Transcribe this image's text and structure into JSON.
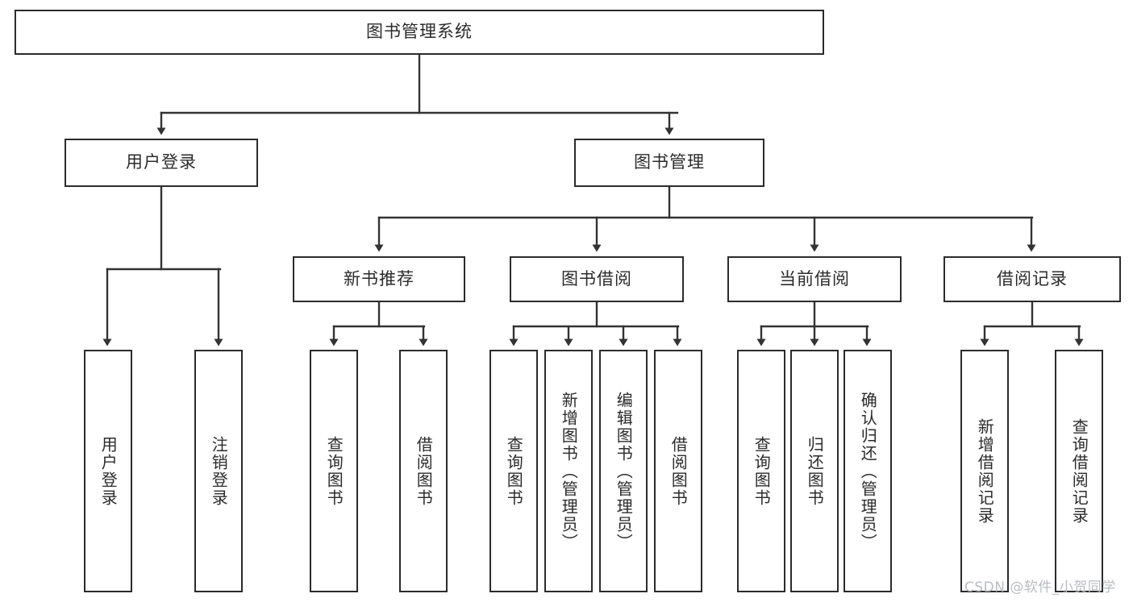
{
  "diagram": {
    "title": "图书管理系统",
    "type": "tree",
    "orientation": "top-down",
    "colors": {
      "box_border": "#2b2b2b",
      "box_fill": "#ffffff",
      "connector": "#333333",
      "text": "#2b2b2b",
      "watermark": "#b9bcc0",
      "background": "#ffffff"
    },
    "watermark": "CSDN @软件_小贺同学",
    "nodes": {
      "root": {
        "label": "图书管理系统",
        "level": 1,
        "text_orientation": "horizontal"
      },
      "level2": [
        {
          "id": "user-login",
          "label": "用户登录",
          "text_orientation": "horizontal"
        },
        {
          "id": "book-manage",
          "label": "图书管理",
          "text_orientation": "horizontal"
        }
      ],
      "level3": [
        {
          "id": "new-book-rec",
          "label": "新书推荐",
          "parent": "book-manage",
          "text_orientation": "horizontal"
        },
        {
          "id": "book-borrow",
          "label": "图书借阅",
          "parent": "book-manage",
          "text_orientation": "horizontal"
        },
        {
          "id": "current-borrow",
          "label": "当前借阅",
          "parent": "book-manage",
          "text_orientation": "horizontal"
        },
        {
          "id": "borrow-record",
          "label": "借阅记录",
          "parent": "book-manage",
          "text_orientation": "horizontal"
        }
      ],
      "leaves": [
        {
          "id": "leaf-user-login",
          "label": "用户登录",
          "parent": "user-login",
          "text_orientation": "vertical"
        },
        {
          "id": "leaf-logout-login",
          "label": "注销登录",
          "parent": "user-login",
          "text_orientation": "vertical"
        },
        {
          "id": "leaf-query-book-rec",
          "label": "查询图书",
          "parent": "new-book-rec",
          "text_orientation": "vertical"
        },
        {
          "id": "leaf-borrow-book-rec",
          "label": "借阅图书",
          "parent": "new-book-rec",
          "text_orientation": "vertical"
        },
        {
          "id": "leaf-query-book-bb",
          "label": "查询图书",
          "parent": "book-borrow",
          "text_orientation": "vertical"
        },
        {
          "id": "leaf-add-book-admin",
          "label": "新增图书（管理员）",
          "parent": "book-borrow",
          "text_orientation": "vertical"
        },
        {
          "id": "leaf-edit-book-admin",
          "label": "编辑图书（管理员）",
          "parent": "book-borrow",
          "text_orientation": "vertical"
        },
        {
          "id": "leaf-borrow-book-bb",
          "label": "借阅图书",
          "parent": "book-borrow",
          "text_orientation": "vertical"
        },
        {
          "id": "leaf-query-book-cb",
          "label": "查询图书",
          "parent": "current-borrow",
          "text_orientation": "vertical"
        },
        {
          "id": "leaf-return-book",
          "label": "归还图书",
          "parent": "current-borrow",
          "text_orientation": "vertical"
        },
        {
          "id": "leaf-confirm-return-admin",
          "label": "确认归还（管理员）",
          "parent": "current-borrow",
          "text_orientation": "vertical"
        },
        {
          "id": "leaf-add-borrow-record",
          "label": "新增借阅记录",
          "parent": "borrow-record",
          "text_orientation": "vertical"
        },
        {
          "id": "leaf-query-borrow-record",
          "label": "查询借阅记录",
          "parent": "borrow-record",
          "text_orientation": "vertical"
        }
      ]
    }
  }
}
